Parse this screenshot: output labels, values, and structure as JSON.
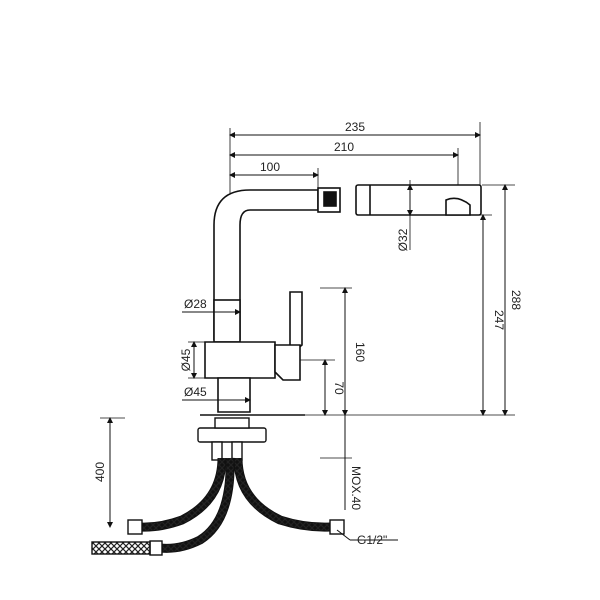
{
  "dimensions": {
    "top_overall": "235",
    "top_mid": "210",
    "spout_reach": "100",
    "spray_diameter": "Ø32",
    "body_height_to_spray": "247",
    "total_height": "288",
    "column_diameter": "Ø28",
    "body_diameter": "Ø45",
    "base_diameter": "Ø45",
    "lever_height": "160",
    "base_height": "70",
    "hose_length": "400",
    "max_deck": "MOX.40",
    "thread": "G1/2\""
  },
  "colors": {
    "ink": "#111111",
    "background": "#ffffff"
  }
}
